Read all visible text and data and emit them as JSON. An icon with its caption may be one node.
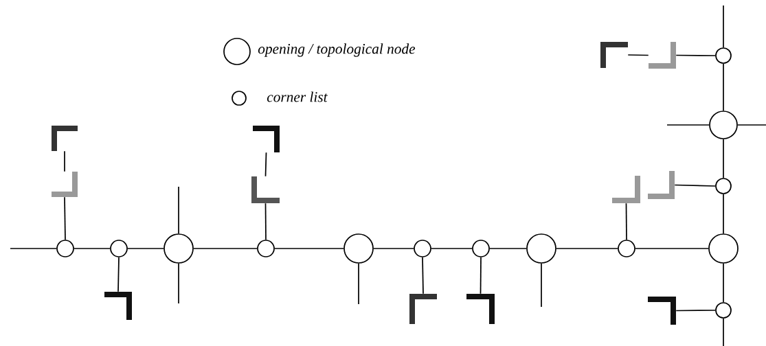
{
  "diagram": {
    "nodes": [
      {
        "text": [],
        "shape": "corner"
      },
      {
        "text": [],
        "shape": "corner"
      },
      {
        "text": [],
        "shape": "circle"
      },
      {
        "text": [],
        "shape": "circle"
      },
      {
        "text": [],
        "shape": "corner"
      },
      {
        "text": [],
        "shape": "corner"
      },
      {
        "text": [],
        "shape": "corner"
      },
      {
        "text": [],
        "shape": "corner"
      },
      {
        "text": [],
        "shape": "corner"
      },
      {
        "text": [],
        "shape": "corner"
      },
      {
        "text": [],
        "shape": "circle"
      },
      {
        "text": [],
        "shape": "circle"
      },
      {
        "text": [],
        "shape": "circle"
      },
      {
        "text": [],
        "shape": "circle"
      },
      {
        "text": [],
        "shape": "circle"
      },
      {
        "text": [],
        "shape": "circle"
      },
      {
        "text": [],
        "shape": "circle"
      },
      {
        "text": [],
        "shape": "circle"
      },
      {
        "text": [],
        "shape": "circle"
      },
      {
        "text": [],
        "shape": "circle"
      },
      {
        "text": [],
        "shape": "circle"
      },
      {
        "text": [],
        "shape": "corner"
      },
      {
        "text": [],
        "shape": "corner"
      },
      {
        "text": [],
        "shape": "corner"
      },
      {
        "text": [],
        "shape": "corner"
      },
      {
        "text": [],
        "shape": "circle"
      }
    ],
    "edges": [
      {
        "from": null,
        "to": 11,
        "arrow": "none"
      },
      {
        "from": 11,
        "to": 12,
        "arrow": "none"
      },
      {
        "from": 12,
        "to": 13,
        "arrow": "none"
      },
      {
        "from": 13,
        "to": 14,
        "arrow": "none"
      },
      {
        "from": 14,
        "to": 15,
        "arrow": "none"
      },
      {
        "from": 15,
        "to": 16,
        "arrow": "none"
      },
      {
        "from": 16,
        "to": 17,
        "arrow": "none"
      },
      {
        "from": 17,
        "to": 18,
        "arrow": "none"
      },
      {
        "from": 18,
        "to": 19,
        "arrow": "none"
      },
      {
        "from": 19,
        "to": 20,
        "arrow": "none"
      },
      {
        "from": null,
        "to": 2,
        "arrow": "none"
      },
      {
        "from": 2,
        "to": 3,
        "arrow": "none"
      },
      {
        "from": 3,
        "to": 10,
        "arrow": "none"
      },
      {
        "from": 10,
        "to": 20,
        "arrow": "none"
      },
      {
        "from": 20,
        "to": 25,
        "arrow": "none"
      },
      {
        "from": null,
        "to": 25,
        "arrow": "none"
      },
      {
        "from": null,
        "to": 3,
        "arrow": "none"
      },
      {
        "from": null,
        "to": 3,
        "arrow": "none"
      },
      {
        "from": null,
        "to": 13,
        "arrow": "none"
      },
      {
        "from": null,
        "to": 13,
        "arrow": "none"
      },
      {
        "from": null,
        "to": 15,
        "arrow": "none"
      },
      {
        "from": null,
        "to": 18,
        "arrow": "none"
      },
      {
        "from": 4,
        "to": 6,
        "arrow": "none"
      },
      {
        "from": 6,
        "to": 11,
        "arrow": "none"
      },
      {
        "from": 5,
        "to": 7,
        "arrow": "none"
      },
      {
        "from": 7,
        "to": 14,
        "arrow": "none"
      },
      {
        "from": 12,
        "to": 21,
        "arrow": "none"
      },
      {
        "from": 16,
        "to": 22,
        "arrow": "none"
      },
      {
        "from": 17,
        "to": 23,
        "arrow": "none"
      },
      {
        "from": 8,
        "to": 19,
        "arrow": "none"
      },
      {
        "from": 9,
        "to": 10,
        "arrow": "none"
      },
      {
        "from": 0,
        "to": 1,
        "arrow": "none"
      },
      {
        "from": 1,
        "to": 2,
        "arrow": "none"
      },
      {
        "from": 24,
        "to": 25,
        "arrow": "none"
      }
    ],
    "legend": [
      {
        "text": "opening / topological node"
      },
      {
        "text": "corner list"
      }
    ]
  }
}
